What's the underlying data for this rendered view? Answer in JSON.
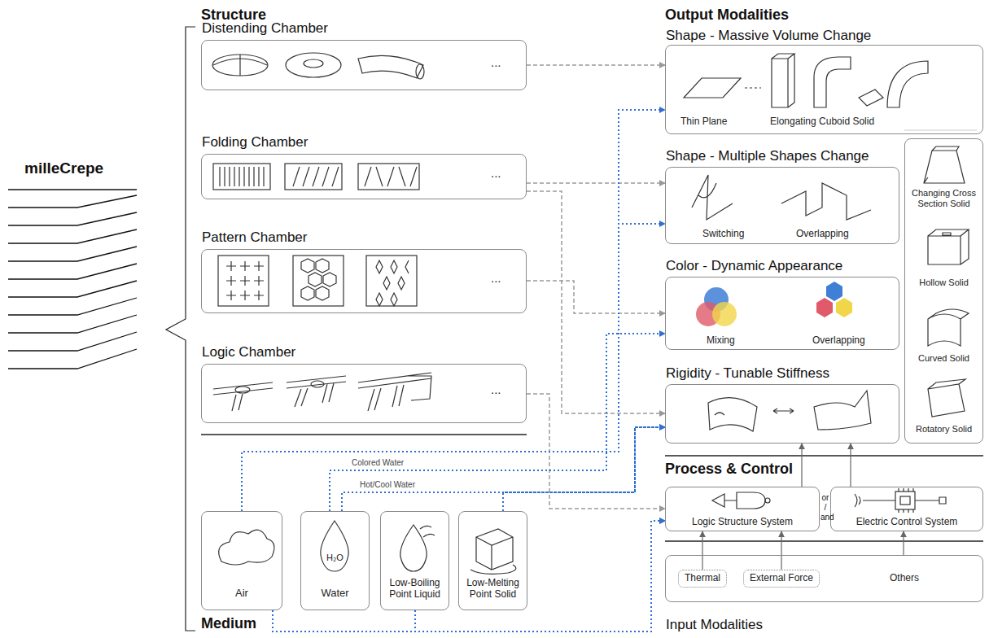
{
  "diagram": {
    "nodes": [
      {
        "text": [
          "Distending Chamber",
          "..."
        ]
      },
      {
        "text": [
          "Folding Chamber",
          "..."
        ]
      },
      {
        "text": [
          "Pattern Chamber",
          "..."
        ]
      },
      {
        "text": [
          "Logic Chamber",
          "..."
        ]
      },
      {
        "text": [
          "Air"
        ]
      },
      {
        "text": [
          "H₂O",
          "Water"
        ]
      },
      {
        "text": [
          "Low-Boiling Point Liquid"
        ]
      },
      {
        "text": [
          "Low-Melting Point Solid"
        ]
      },
      {
        "text": [
          "Shape - Massive Volume Change",
          "Thin Plane",
          "Elongating Cuboid Solid"
        ]
      },
      {
        "text": [
          "Shape - Multiple Shapes Change",
          "Switching",
          "Overlapping"
        ]
      },
      {
        "text": [
          "Color - Dynamic Appearance",
          "Mixing",
          "Overlapping"
        ]
      },
      {
        "text": [
          "Rigidity - Tunable Stiffness"
        ]
      },
      {
        "text": [
          "Changing Cross Section Solid",
          "Hollow Solid",
          "Curved Solid",
          "Rotatory Solid"
        ]
      },
      {
        "text": [
          "Logic Structure System"
        ]
      },
      {
        "text": [
          "Electric Control System"
        ]
      },
      {
        "text": [
          "Input Modalities",
          "Others"
        ]
      },
      {
        "text": [
          "Thermal"
        ],
        "in": 15
      },
      {
        "text": [
          "External Force"
        ],
        "in": 15
      }
    ],
    "edges": [
      {
        "from": 0,
        "to": 8,
        "arrow": "to"
      },
      {
        "from": 1,
        "to": 9,
        "arrow": "to"
      },
      {
        "from": 1,
        "to": 11,
        "arrow": "to"
      },
      {
        "from": 2,
        "to": 10,
        "arrow": "to"
      },
      {
        "from": 3,
        "to": 13,
        "arrow": "to"
      },
      {
        "from": 4,
        "to": 8,
        "arrow": "to"
      },
      {
        "from": 4,
        "to": 9,
        "arrow": "to"
      },
      {
        "from": 5,
        "to": 10,
        "label": "Colored Water",
        "arrow": "to"
      },
      {
        "from": 5,
        "to": 11,
        "label": "Hot/Cool Water",
        "arrow": "to"
      },
      {
        "from": 7,
        "to": 11,
        "arrow": "to"
      },
      {
        "from": 4,
        "to": 13,
        "arrow": "to"
      },
      {
        "from": 6,
        "to": 13,
        "arrow": "to"
      },
      {
        "from": 13,
        "to": 11,
        "arrow": "to"
      },
      {
        "from": 14,
        "to": 11,
        "arrow": "to"
      },
      {
        "from": 16,
        "to": 13,
        "arrow": "to"
      },
      {
        "from": 17,
        "to": 13,
        "arrow": "to"
      },
      {
        "from": 15,
        "to": 14,
        "arrow": "to"
      }
    ],
    "labels": [
      "milleCrepe",
      "Structure",
      "Output Modalities",
      "Process & Control",
      "Medium",
      "or / and"
    ]
  }
}
